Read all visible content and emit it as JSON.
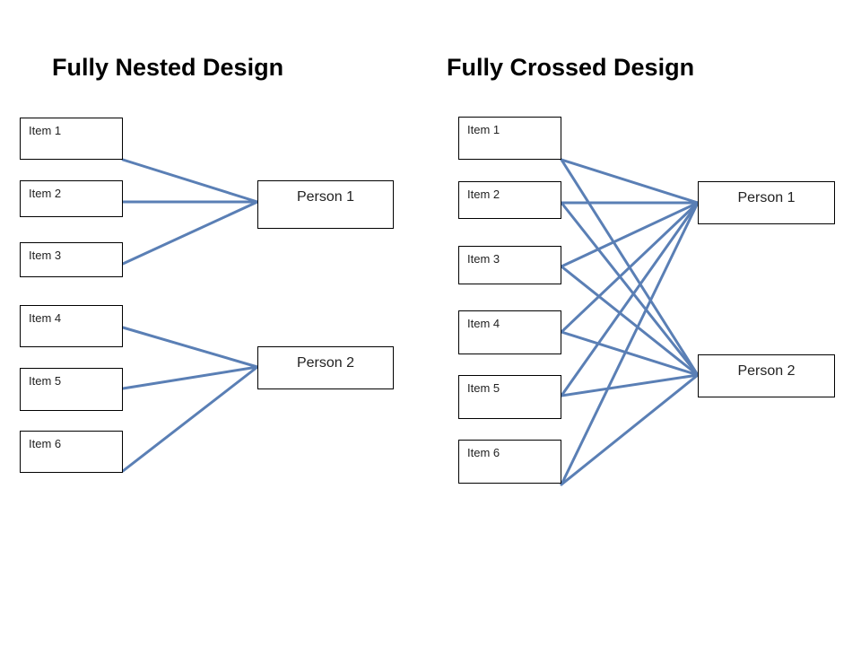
{
  "nested": {
    "title": "Fully Nested Design",
    "items": [
      "Item 1",
      "Item 2",
      "Item 3",
      "Item 4",
      "Item 5",
      "Item 6"
    ],
    "persons": [
      "Person 1",
      "Person 2"
    ],
    "connections": [
      [
        0,
        0
      ],
      [
        1,
        0
      ],
      [
        2,
        0
      ],
      [
        3,
        1
      ],
      [
        4,
        1
      ],
      [
        5,
        1
      ]
    ]
  },
  "crossed": {
    "title": "Fully Crossed Design",
    "items": [
      "Item 1",
      "Item 2",
      "Item 3",
      "Item 4",
      "Item 5",
      "Item 6"
    ],
    "persons": [
      "Person 1",
      "Person 2"
    ],
    "connections": [
      [
        0,
        0
      ],
      [
        0,
        1
      ],
      [
        1,
        0
      ],
      [
        1,
        1
      ],
      [
        2,
        0
      ],
      [
        2,
        1
      ],
      [
        3,
        0
      ],
      [
        3,
        1
      ],
      [
        4,
        0
      ],
      [
        4,
        1
      ],
      [
        5,
        0
      ],
      [
        5,
        1
      ]
    ]
  },
  "colors": {
    "line": "#5a7fb5",
    "box_border": "#000000"
  }
}
